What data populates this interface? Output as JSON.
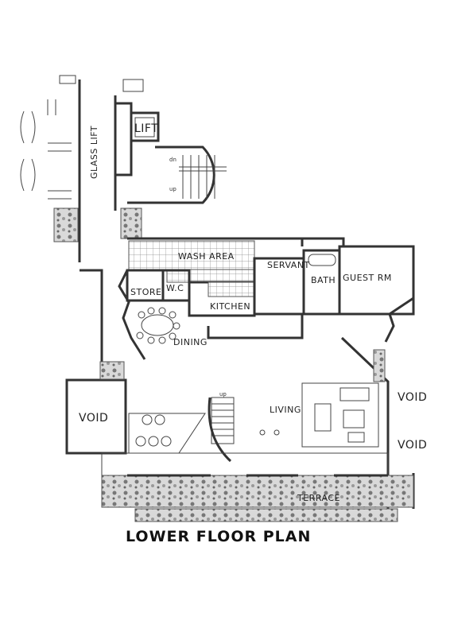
{
  "title": "LOWER FLOOR PLAN",
  "rooms": {
    "glass_lift": "GLASS LIFT",
    "lift": "LIFT",
    "stair_dn": "dn",
    "stair_up": "up",
    "wash_area": "WASH AREA",
    "servant": "SERVANT",
    "bath": "BATH",
    "guest_rm": "GUEST RM",
    "store": "STORE",
    "wc": "W.C",
    "kitchen": "KITCHEN",
    "dining": "DINING",
    "void_left": "VOID",
    "void_right_1": "VOID",
    "void_right_2": "VOID",
    "stair_main_up": "up",
    "living": "LIVING",
    "terrace": "TERRACE"
  },
  "colors": {
    "ink": "#333333",
    "paper": "#ffffff"
  }
}
